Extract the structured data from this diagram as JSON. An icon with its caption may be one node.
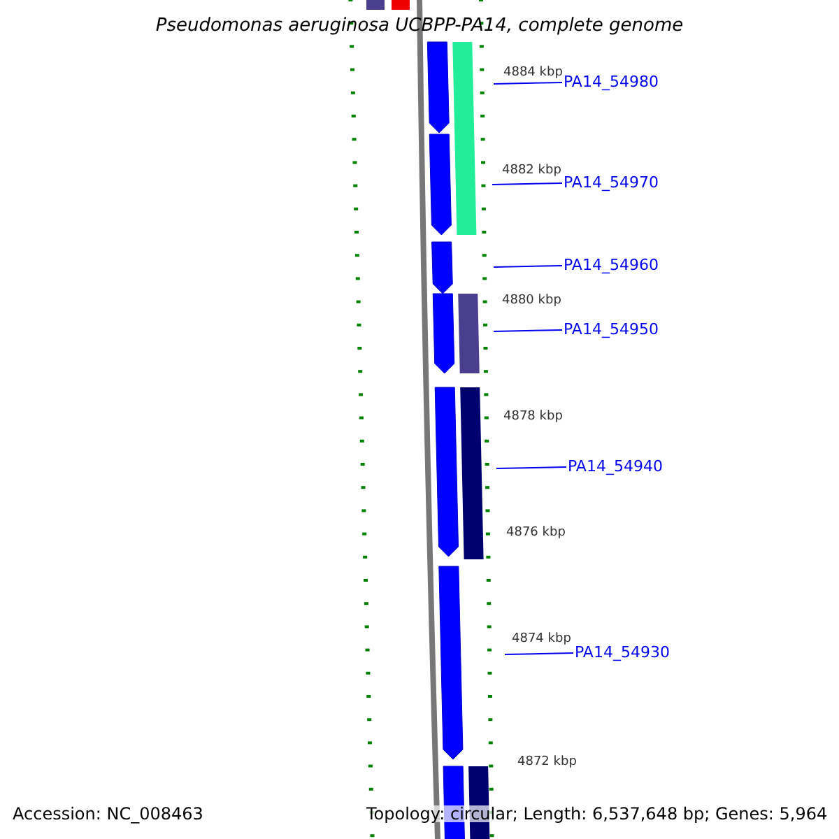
{
  "diagram": {
    "title": "Pseudomonas aeruginosa UCBPP-PA14, complete genome",
    "nodes": [
      {
        "text": [
          "PA14_54980"
        ]
      },
      {
        "text": [
          "PA14_54970"
        ]
      },
      {
        "text": [
          "PA14_54960"
        ]
      },
      {
        "text": [
          "PA14_54950"
        ]
      },
      {
        "text": [
          "PA14_54940"
        ]
      },
      {
        "text": [
          "PA14_54930"
        ]
      }
    ],
    "edges": [
      {
        "from": 0,
        "to": null,
        "arrow": "none"
      },
      {
        "from": 1,
        "to": null,
        "arrow": "none"
      },
      {
        "from": 2,
        "to": null,
        "arrow": "none"
      },
      {
        "from": 3,
        "to": null,
        "arrow": "none"
      },
      {
        "from": 4,
        "to": null,
        "arrow": "none"
      },
      {
        "from": 5,
        "to": null,
        "arrow": "none"
      }
    ],
    "labels": [
      "4884 kbp",
      "4882 kbp",
      "4880 kbp",
      "4878 kbp",
      "4876 kbp",
      "4874 kbp",
      "4872 kbp",
      "Accession: NC_008463",
      "Topology: circular; Length: 6,537,648 bp; Genes: 5,964"
    ]
  }
}
